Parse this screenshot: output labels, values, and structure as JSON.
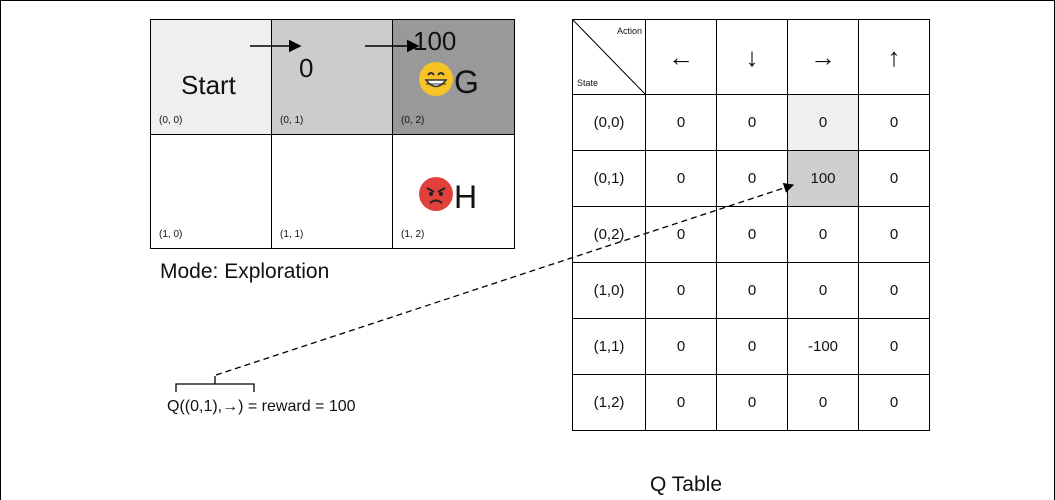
{
  "grid": {
    "cells": [
      {
        "row": 0,
        "col": 0,
        "coord": "(0, 0)",
        "label": "Start",
        "bg": "#efefef"
      },
      {
        "row": 0,
        "col": 1,
        "coord": "(0, 1)",
        "label": "0",
        "bg": "#cccccc"
      },
      {
        "row": 0,
        "col": 2,
        "coord": "(0, 2)",
        "label": "100",
        "letter": "G",
        "bg": "#999999"
      },
      {
        "row": 1,
        "col": 0,
        "coord": "(1, 0)",
        "label": "",
        "bg": "#ffffff"
      },
      {
        "row": 1,
        "col": 1,
        "coord": "(1, 1)",
        "label": "",
        "bg": "#ffffff"
      },
      {
        "row": 1,
        "col": 2,
        "coord": "(1, 2)",
        "label": "",
        "letter": "H",
        "bg": "#ffffff"
      }
    ],
    "mode_text": "Mode: Exploration"
  },
  "formula": "Q((0,1),→) = reward = 100",
  "q_table": {
    "corner_action": "Action",
    "corner_state": "State",
    "actions": [
      "←",
      "↓",
      "→",
      "↑"
    ],
    "rows": [
      {
        "state": "(0,0)",
        "values": [
          "0",
          "0",
          "0",
          "0"
        ]
      },
      {
        "state": "(0,1)",
        "values": [
          "0",
          "0",
          "100",
          "0"
        ]
      },
      {
        "state": "(0,2)",
        "values": [
          "0",
          "0",
          "0",
          "0"
        ]
      },
      {
        "state": "(1,0)",
        "values": [
          "0",
          "0",
          "0",
          "0"
        ]
      },
      {
        "state": "(1,1)",
        "values": [
          "0",
          "0",
          "-100",
          "0"
        ]
      },
      {
        "state": "(1,2)",
        "values": [
          "0",
          "0",
          "0",
          "0"
        ]
      }
    ],
    "title": "Q Table"
  },
  "colors": {
    "highlight_light": "#efefef",
    "highlight_dark": "#cfcfcf",
    "grin_face": "#f7c325",
    "angry_face": "#e0413a"
  }
}
